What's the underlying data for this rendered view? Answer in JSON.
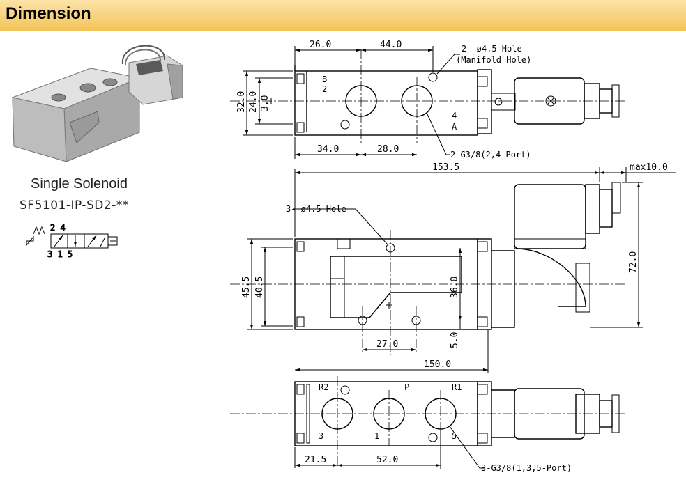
{
  "header": {
    "title": "Dimension"
  },
  "product": {
    "caption": "Single Solenoid",
    "model": "SF5101-IP-SD2-**",
    "symbol_ports_top": "2 4",
    "symbol_ports_bottom": "3 1 5"
  },
  "top_view": {
    "dim_26": "26.0",
    "dim_44": "44.0",
    "dim_32": "32.0",
    "dim_24": "24.0",
    "dim_3": "3.0",
    "dim_34": "34.0",
    "dim_28": "28.0",
    "note_manifold_1": "2- ø4.5 Hole",
    "note_manifold_2": "(Manifold Hole)",
    "note_port": "2-G3/8(2,4-Port)",
    "label_b": "B",
    "label_2": "2",
    "label_4": "4",
    "label_a": "A"
  },
  "front_view": {
    "dim_153": "153.5",
    "dim_max10": "max10.0",
    "dim_72": "72.0",
    "dim_45": "45.5",
    "dim_40": "40.5",
    "dim_36": "36.0",
    "dim_27": "27.0",
    "dim_5": "5.0",
    "dim_150": "150.0",
    "note_hole": "3- ø4.5 Hole"
  },
  "bottom_view": {
    "label_r2": "R2",
    "label_p": "P",
    "label_r1": "R1",
    "label_3": "3",
    "label_1": "1",
    "label_5": "5",
    "dim_21": "21.5",
    "dim_52": "52.0",
    "note_port": "3-G3/8(1,3,5-Port)"
  }
}
